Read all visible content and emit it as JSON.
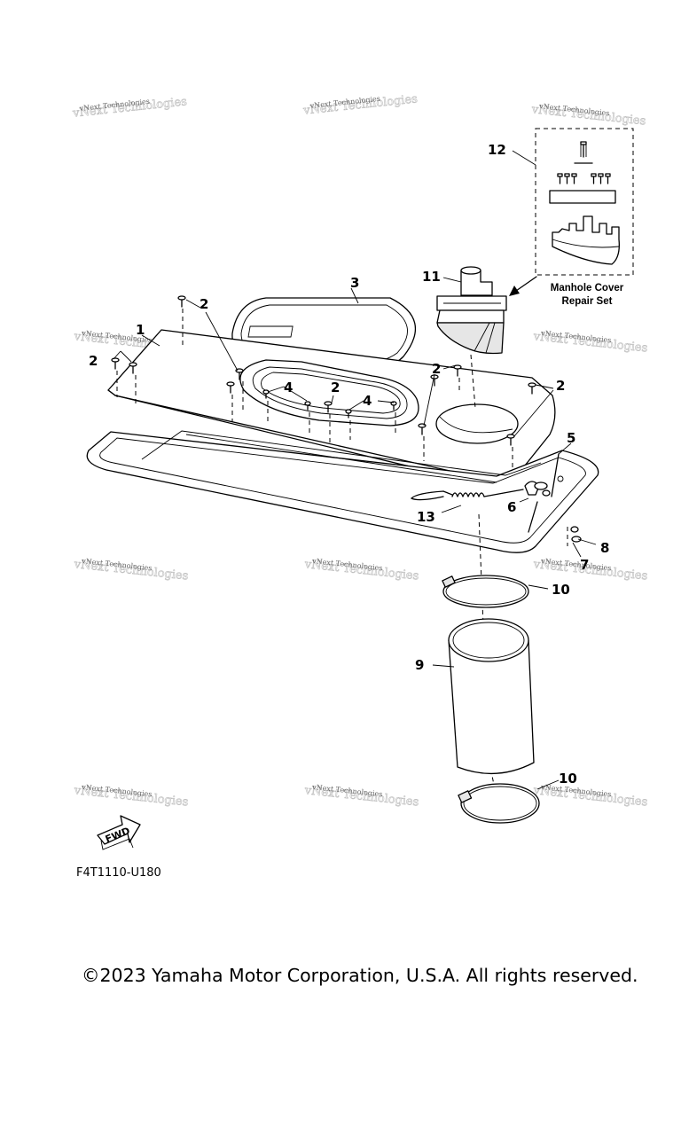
{
  "diagram": {
    "callouts": [
      {
        "id": "c1",
        "text": "1"
      },
      {
        "id": "c2a",
        "text": "2"
      },
      {
        "id": "c2b",
        "text": "2"
      },
      {
        "id": "c2c",
        "text": "2"
      },
      {
        "id": "c2d",
        "text": "2"
      },
      {
        "id": "c2e",
        "text": "2"
      },
      {
        "id": "c3",
        "text": "3"
      },
      {
        "id": "c4a",
        "text": "4"
      },
      {
        "id": "c4b",
        "text": "4"
      },
      {
        "id": "c5",
        "text": "5"
      },
      {
        "id": "c6",
        "text": "6"
      },
      {
        "id": "c7",
        "text": "7"
      },
      {
        "id": "c8",
        "text": "8"
      },
      {
        "id": "c9",
        "text": "9"
      },
      {
        "id": "c10a",
        "text": "10"
      },
      {
        "id": "c10b",
        "text": "10"
      },
      {
        "id": "c11",
        "text": "11"
      },
      {
        "id": "c12",
        "text": "12"
      },
      {
        "id": "c13",
        "text": "13"
      }
    ],
    "repair_kit_label": [
      "Manhole Cover",
      "Repair Set"
    ],
    "fwd_label": "FWD",
    "watermark_text": "vNext Technologies",
    "diagram_code": "F4T1110-U180"
  },
  "footer": {
    "copyright": "©2023 Yamaha Motor Corporation, U.S.A. All rights reserved."
  }
}
